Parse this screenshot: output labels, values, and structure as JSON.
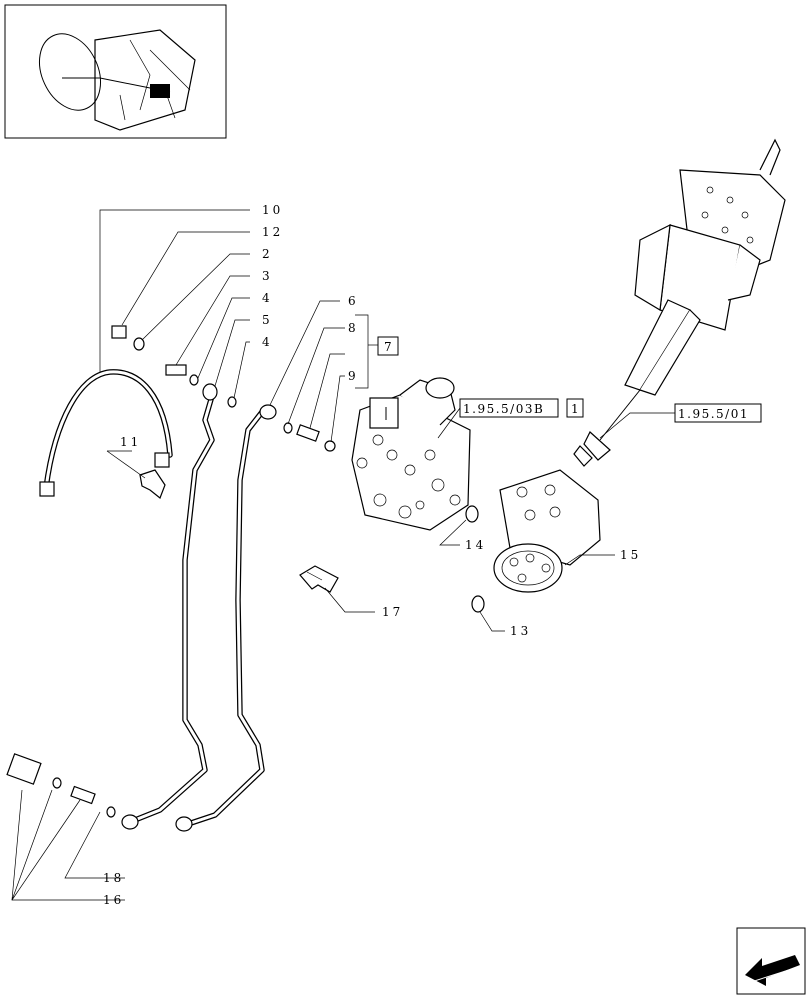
{
  "labels": {
    "l10": "10",
    "l12": "12",
    "l2": "2",
    "l3": "3",
    "l4a": "4",
    "l5": "5",
    "l4b": "4",
    "l6": "6",
    "l8": "8",
    "l7": "7",
    "l9": "9",
    "l11": "11",
    "l14": "14",
    "l15": "15",
    "l17": "17",
    "l13": "13",
    "l18": "18",
    "l16": "16",
    "l1": "1"
  },
  "references": {
    "ref_valve": "1.95.5/03B",
    "ref_column": "1.95.5/01"
  }
}
